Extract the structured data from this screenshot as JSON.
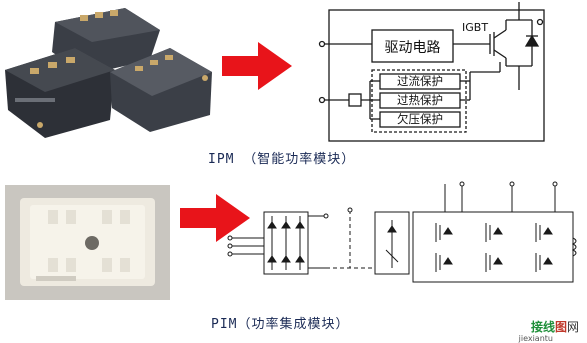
{
  "ipm_diagram": {
    "driver_label": "驱动电路",
    "igbt_label": "IGBT",
    "protections": [
      "过流保护",
      "过热保护",
      "欠压保护"
    ]
  },
  "captions": {
    "ipm": "IPM （智能功率模块）",
    "pim": "PIM（功率集成模块）"
  },
  "watermark": {
    "part1": "接线",
    "part2": "图",
    "part3": "网",
    "sub": "jiexiantu"
  },
  "colors": {
    "arrow": "#e8141a",
    "line": "#1a1a1a",
    "caption": "#1a2a55"
  }
}
